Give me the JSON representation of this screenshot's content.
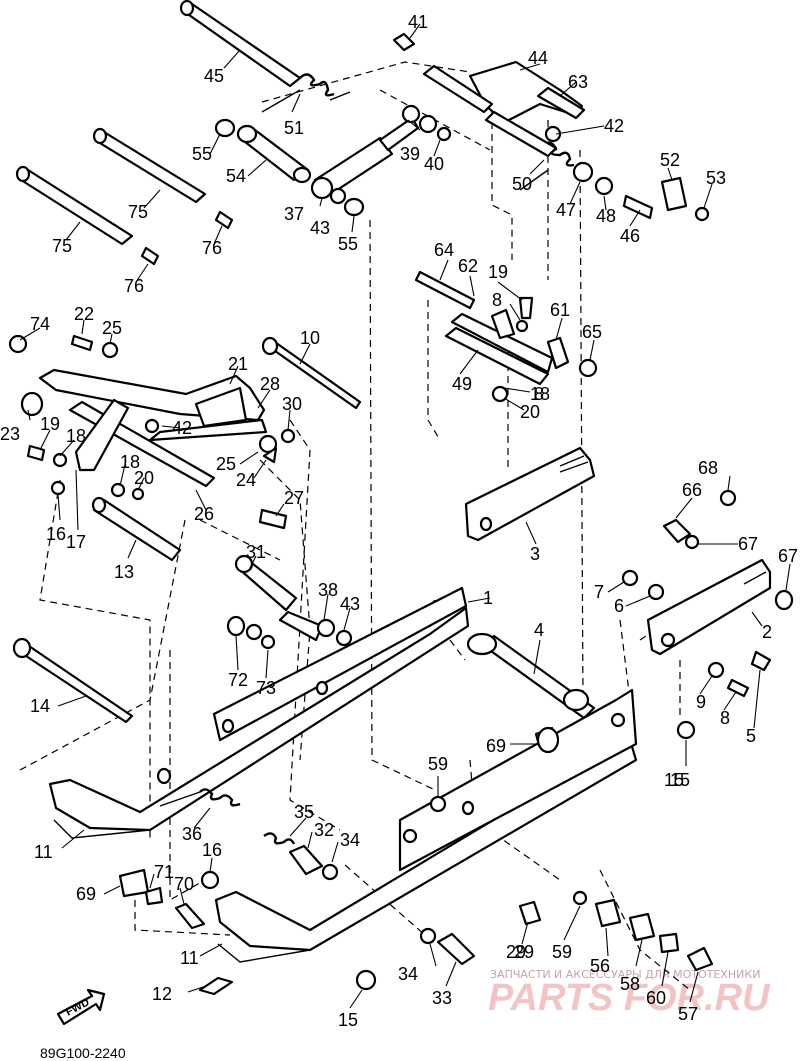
{
  "diagram": {
    "part_labels": [
      "1",
      "2",
      "3",
      "4",
      "5",
      "6",
      "7",
      "8",
      "8",
      "8",
      "9",
      "10",
      "11",
      "11",
      "12",
      "13",
      "14",
      "15",
      "15",
      "15",
      "16",
      "16",
      "17",
      "18",
      "18",
      "18",
      "19",
      "19",
      "20",
      "20",
      "21",
      "22",
      "23",
      "24",
      "25",
      "25",
      "26",
      "27",
      "28",
      "29",
      "29",
      "30",
      "31",
      "32",
      "33",
      "34",
      "34",
      "35",
      "36",
      "37",
      "38",
      "39",
      "40",
      "41",
      "42",
      "42",
      "43",
      "43",
      "44",
      "45",
      "46",
      "47",
      "48",
      "49",
      "50",
      "51",
      "52",
      "53",
      "54",
      "55",
      "55",
      "56",
      "57",
      "58",
      "59",
      "59",
      "60",
      "61",
      "62",
      "63",
      "64",
      "65",
      "66",
      "67",
      "67",
      "68",
      "69",
      "69",
      "70",
      "71",
      "72",
      "73",
      "74",
      "75",
      "75",
      "76",
      "76"
    ],
    "direction_arrow": "FWD",
    "drawing_code": "89G100-2240"
  },
  "watermark": {
    "caption": "ЗАПЧАСТИ И АКСЕССУАРЫ ДЛЯ МОТОТЕХНИКИ",
    "logo_text": "PARTS FOR.RU",
    "color": "#e8a0a0"
  }
}
